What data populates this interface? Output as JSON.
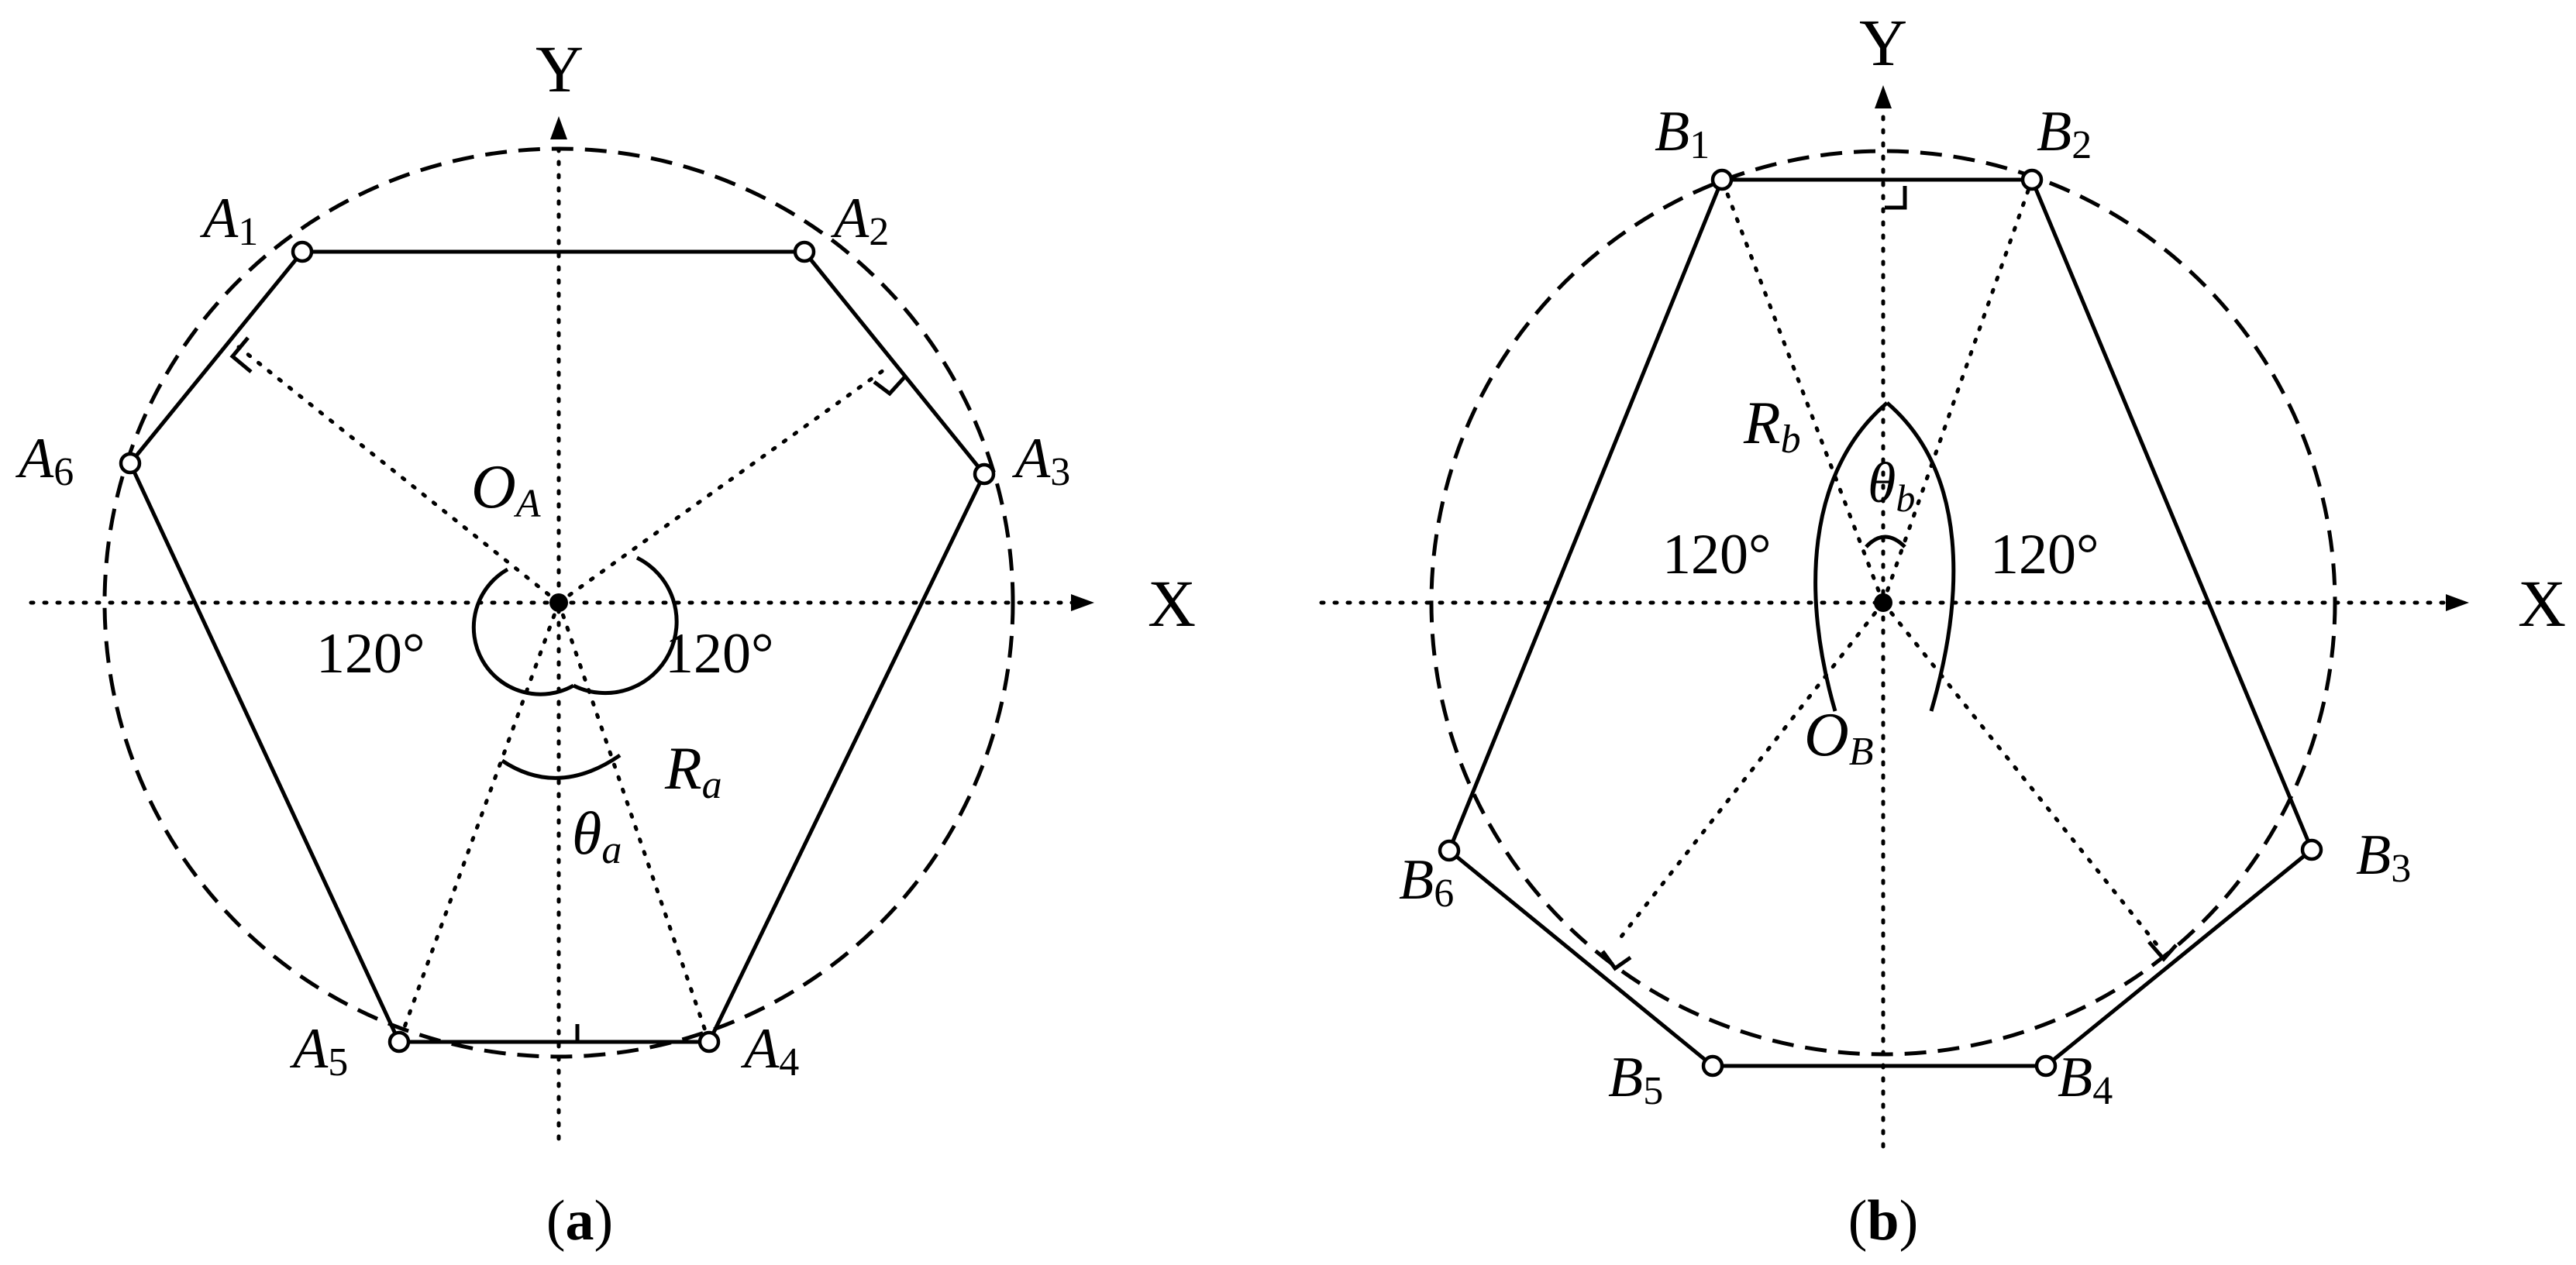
{
  "panel_a": {
    "axis_x": "X",
    "axis_y": "Y",
    "center": {
      "letter": "O",
      "sub": "A"
    },
    "vertices": [
      {
        "letter": "A",
        "sub": "1"
      },
      {
        "letter": "A",
        "sub": "2"
      },
      {
        "letter": "A",
        "sub": "3"
      },
      {
        "letter": "A",
        "sub": "4"
      },
      {
        "letter": "A",
        "sub": "5"
      },
      {
        "letter": "A",
        "sub": "6"
      }
    ],
    "angle_left": "120°",
    "angle_right": "120°",
    "radius": {
      "letter": "R",
      "sub": "a"
    },
    "theta": {
      "letter": "θ",
      "sub": "a"
    },
    "caption_open": "(",
    "caption_letter": "a",
    "caption_close": ")"
  },
  "panel_b": {
    "axis_x": "X",
    "axis_y": "Y",
    "center": {
      "letter": "O",
      "sub": "B"
    },
    "vertices": [
      {
        "letter": "B",
        "sub": "1"
      },
      {
        "letter": "B",
        "sub": "2"
      },
      {
        "letter": "B",
        "sub": "3"
      },
      {
        "letter": "B",
        "sub": "4"
      },
      {
        "letter": "B",
        "sub": "5"
      },
      {
        "letter": "B",
        "sub": "6"
      }
    ],
    "angle_left": "120°",
    "angle_right": "120°",
    "radius": {
      "letter": "R",
      "sub": "b"
    },
    "theta": {
      "letter": "θ",
      "sub": "b"
    },
    "caption_open": "(",
    "caption_letter": "b",
    "caption_close": ")"
  }
}
